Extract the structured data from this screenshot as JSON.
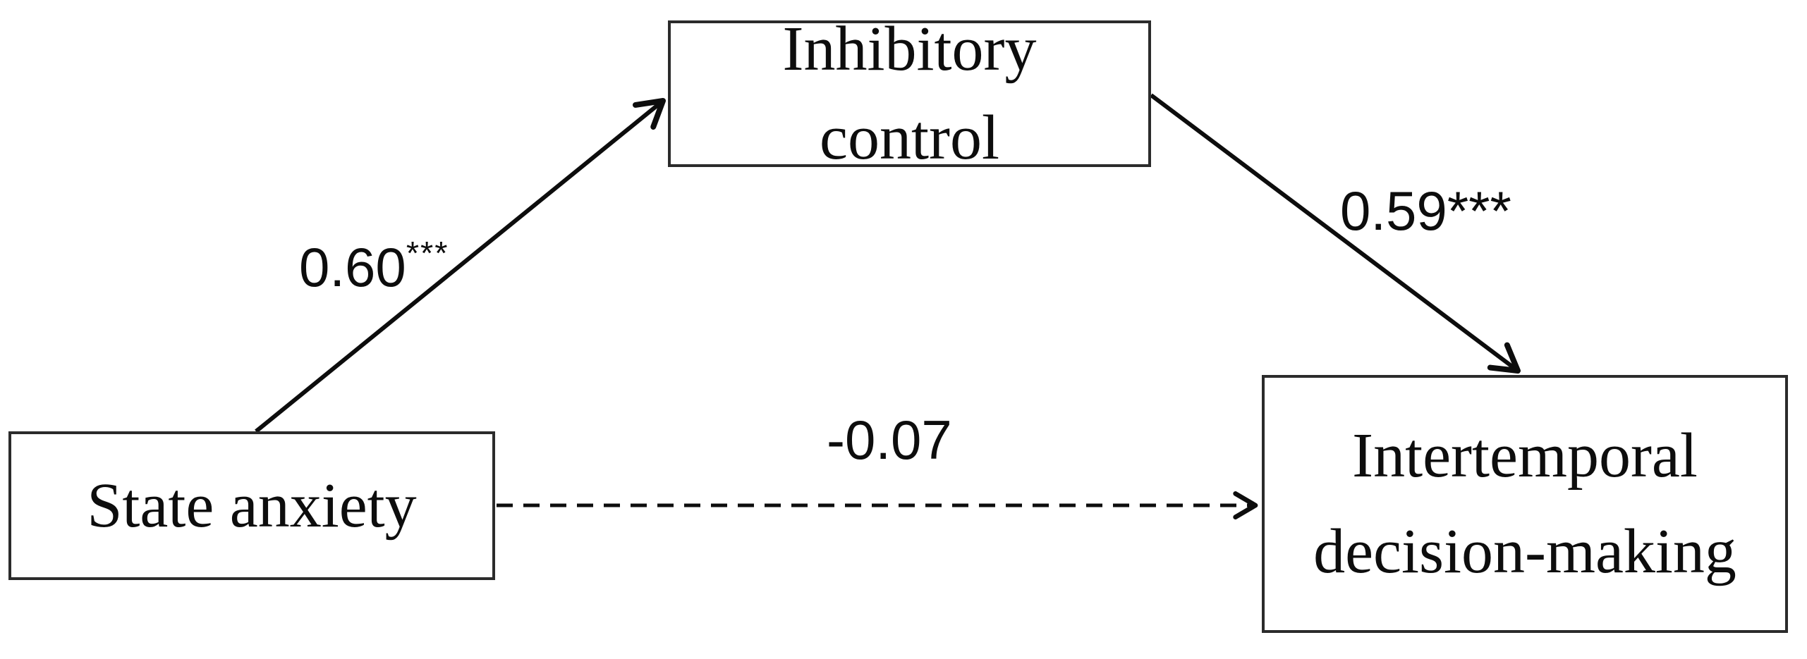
{
  "diagram": {
    "type": "mediation-path-model",
    "background_color": "#ffffff",
    "line_color": "#0d0d0d",
    "box_border_color": "#2b2b2b",
    "nodes": [
      {
        "id": "state-anxiety",
        "role": "predictor",
        "lines": [
          "State anxiety",
          ""
        ]
      },
      {
        "id": "inhibitory-control",
        "role": "mediator",
        "lines": [
          "Inhibitory",
          "control"
        ]
      },
      {
        "id": "intertemporal-decision-making",
        "role": "outcome",
        "lines": [
          "Intertemporal",
          "decision-making"
        ]
      }
    ],
    "paths": [
      {
        "id": "a-path",
        "from": "state-anxiety",
        "to": "inhibitory-control",
        "coefficient": "0.60",
        "significance": "***",
        "significance_style": "superscript",
        "line_style": "solid"
      },
      {
        "id": "b-path",
        "from": "inhibitory-control",
        "to": "intertemporal-decision-making",
        "coefficient": "0.59",
        "significance": "***",
        "significance_style": "inline",
        "line_style": "solid"
      },
      {
        "id": "c-prime-path",
        "from": "state-anxiety",
        "to": "intertemporal-decision-making",
        "coefficient": "-0.07",
        "significance": "",
        "significance_style": "none",
        "line_style": "dashed"
      }
    ]
  }
}
